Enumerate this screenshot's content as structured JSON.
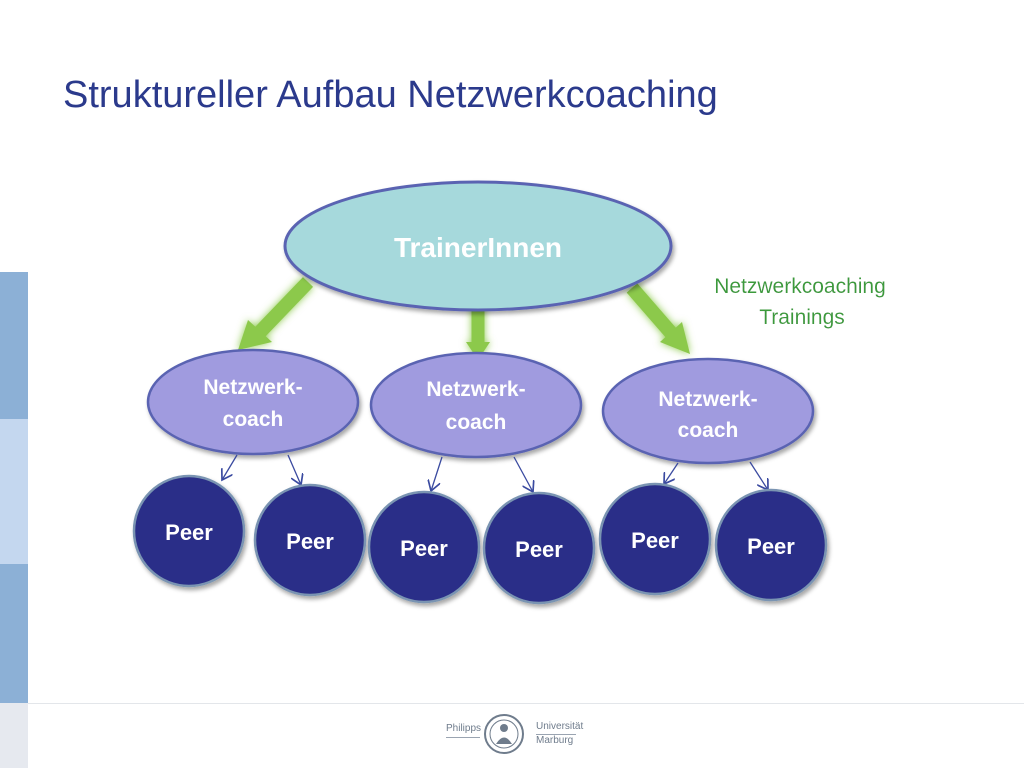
{
  "slide": {
    "title": "Struktureller Aufbau Netzwerkcoaching"
  },
  "diagram": {
    "top_node": "TrainerInnen",
    "side_label_line1": "Netzwerkcoaching",
    "side_label_line2": "Trainings",
    "coach_nodes": [
      {
        "line1": "Netzwerk-",
        "line2": "coach"
      },
      {
        "line1": "Netzwerk-",
        "line2": "coach"
      },
      {
        "line1": "Netzwerk-",
        "line2": "coach"
      }
    ],
    "peer_nodes": [
      "Peer",
      "Peer",
      "Peer",
      "Peer",
      "Peer",
      "Peer"
    ],
    "colors": {
      "top_fill": "#a6d9dc",
      "outline": "#5a64b2",
      "coach_fill": "#a09bdf",
      "peer_fill": "#2b2d88",
      "arrow_green": "#8cc94b",
      "side_label": "#3a9a3a"
    }
  },
  "footer": {
    "logo_left": "Philipps",
    "logo_right_line1": "Universität",
    "logo_right_line2": "Marburg"
  }
}
